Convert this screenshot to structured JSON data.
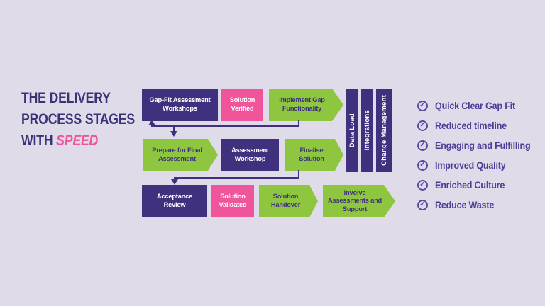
{
  "colors": {
    "background": "#dfdbe9",
    "purple": "#40317f",
    "pink": "#f0549b",
    "green": "#8ec73f",
    "title_text": "#3a3176",
    "checklist_text": "#4c3d96"
  },
  "title": {
    "line1": "THE DELIVERY",
    "line2": "PROCESS STAGES",
    "line3_prefix": "WITH ",
    "line3_accent": "SPEED"
  },
  "flow": {
    "row1": [
      {
        "label": "Gap-Fit Assessment Workshops",
        "style": "purple-box"
      },
      {
        "label": "Solution Verified",
        "style": "pink-box"
      },
      {
        "label": "Implement Gap Functionality",
        "style": "green-arrow"
      }
    ],
    "row2": [
      {
        "label": "Prepare for Final Assessment",
        "style": "green-arrow"
      },
      {
        "label": "Assessment Workshop",
        "style": "purple-box"
      },
      {
        "label": "Finalise Solution",
        "style": "green-arrow"
      }
    ],
    "row3": [
      {
        "label": "Acceptance Review",
        "style": "purple-box"
      },
      {
        "label": "Solution Validated",
        "style": "pink-box"
      },
      {
        "label": "Solution Handover",
        "style": "green-arrow"
      },
      {
        "label": "Involve Assessments and Support",
        "style": "green-arrow"
      }
    ],
    "pillars": [
      {
        "label": "Data Load"
      },
      {
        "label": "Integrations"
      },
      {
        "label": "Change Management"
      }
    ]
  },
  "checklist": {
    "items": [
      {
        "label": "Quick Clear Gap Fit"
      },
      {
        "label": "Reduced timeline"
      },
      {
        "label": "Engaging and Fulfilling"
      },
      {
        "label": "Improved Quality"
      },
      {
        "label": "Enriched Culture"
      },
      {
        "label": "Reduce Waste"
      }
    ]
  }
}
